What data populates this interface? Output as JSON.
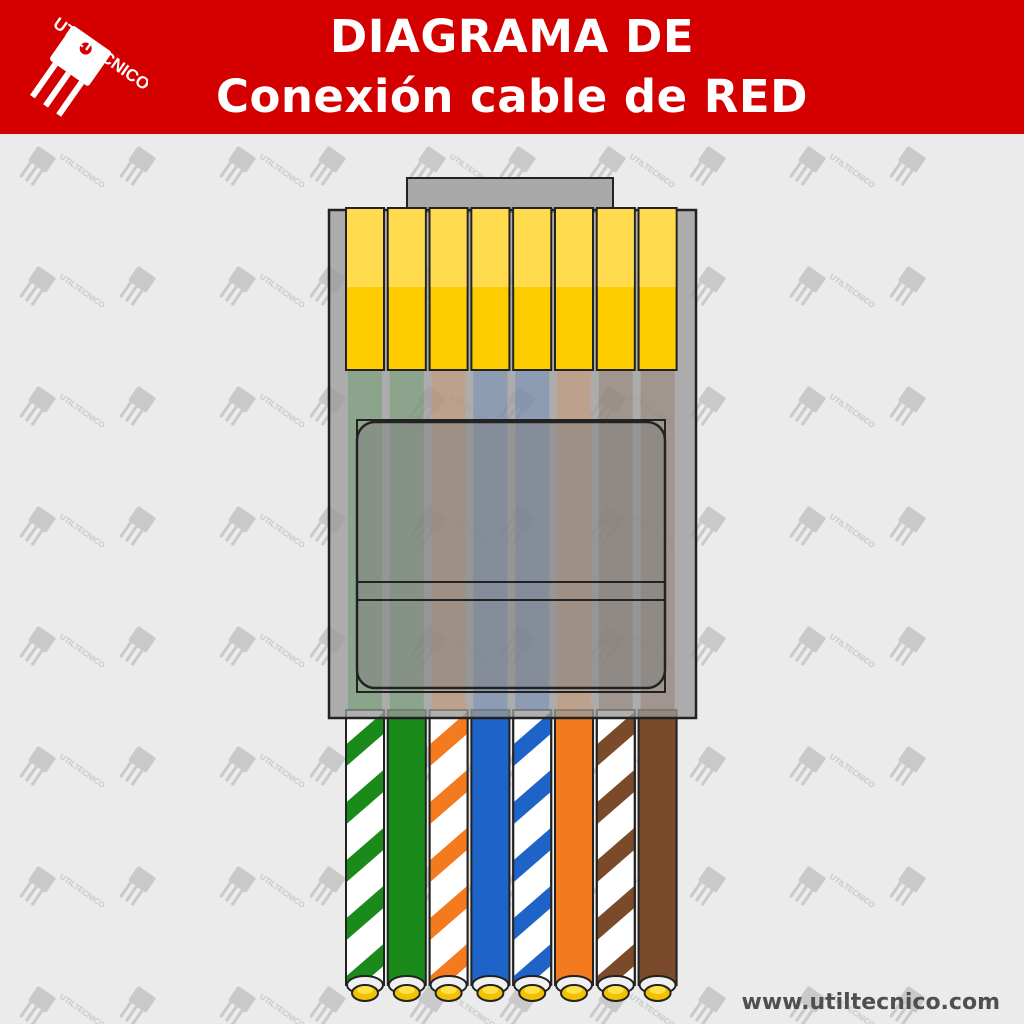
{
  "header": {
    "title_line1": "DIAGRAMA DE",
    "title_line2": "Conexión cable de RED",
    "logo_text": "UTILTECNICO",
    "background": "#d40000"
  },
  "watermark": {
    "text": "UTILTECNICO",
    "color": "#c9c9c9"
  },
  "connector": {
    "type": "RJ45",
    "pin_color": "#ffcc00",
    "body_color": "#9a9a9a"
  },
  "wires": [
    {
      "name": "white-green",
      "base": "#ffffff",
      "stripe": "#1a8a1a"
    },
    {
      "name": "green",
      "base": "#1a8a1a",
      "stripe": null
    },
    {
      "name": "white-orange",
      "base": "#ffffff",
      "stripe": "#f47a20"
    },
    {
      "name": "blue",
      "base": "#1e64c8",
      "stripe": null
    },
    {
      "name": "white-blue",
      "base": "#ffffff",
      "stripe": "#1e64c8"
    },
    {
      "name": "orange",
      "base": "#f47a20",
      "stripe": null
    },
    {
      "name": "white-brown",
      "base": "#ffffff",
      "stripe": "#7b4a2a"
    },
    {
      "name": "brown",
      "base": "#7b4a2a",
      "stripe": null
    }
  ],
  "footer": {
    "url": "www.utiltecnico.com"
  }
}
